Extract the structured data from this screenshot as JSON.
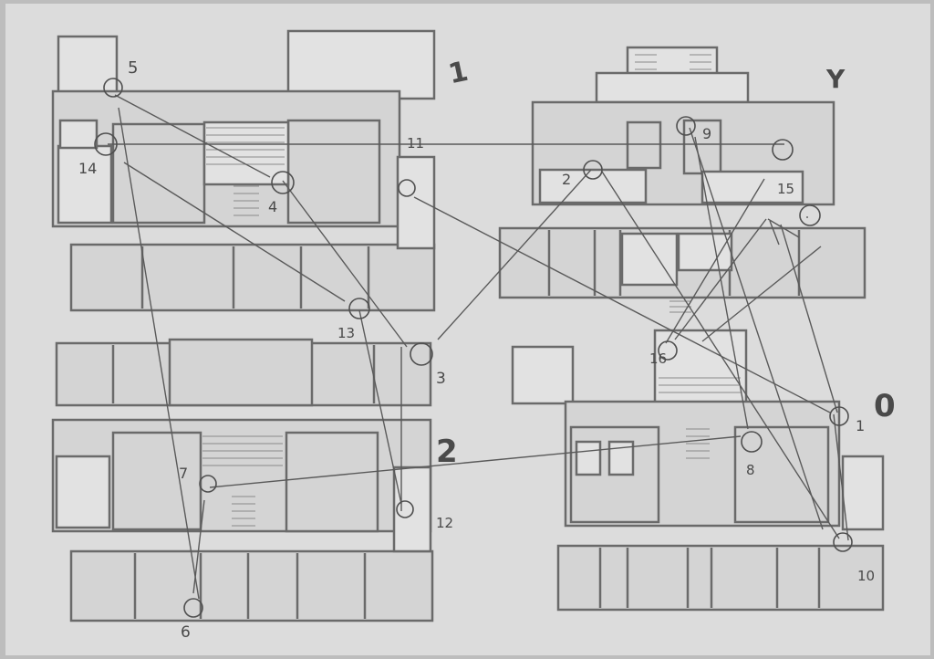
{
  "floor_labels": [
    "1",
    "Y",
    "2",
    "0"
  ],
  "waypoints": [
    "1",
    "2",
    "3",
    "4",
    "5",
    "6",
    "7",
    "8",
    "9",
    "10",
    "11",
    "12",
    "13",
    "14",
    "15",
    "16"
  ],
  "colors": {
    "paper": "#dcdcdc",
    "wall": "#6a6a6a",
    "room_fill": "#cfcfcf",
    "pencil": "#4a4a4a"
  }
}
